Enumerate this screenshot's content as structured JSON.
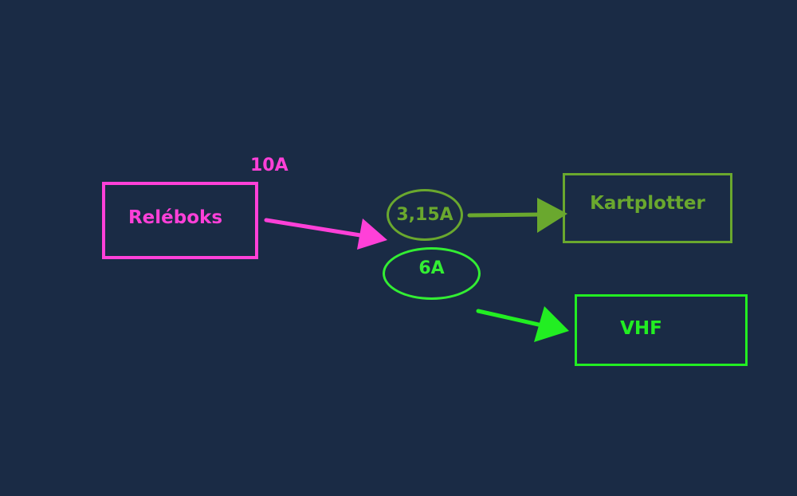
{
  "nodes": {
    "relay": "Reléboks",
    "fuse_main": "10A",
    "fuse_plotter": "3,15A",
    "fuse_vhf": "6A",
    "plotter": "Kartplotter",
    "vhf": "VHF"
  },
  "colors": {
    "background": "#1a2b45",
    "magenta": "#ff40d8",
    "olive_green": "#6aa82e",
    "bright_green": "#22ee22"
  }
}
